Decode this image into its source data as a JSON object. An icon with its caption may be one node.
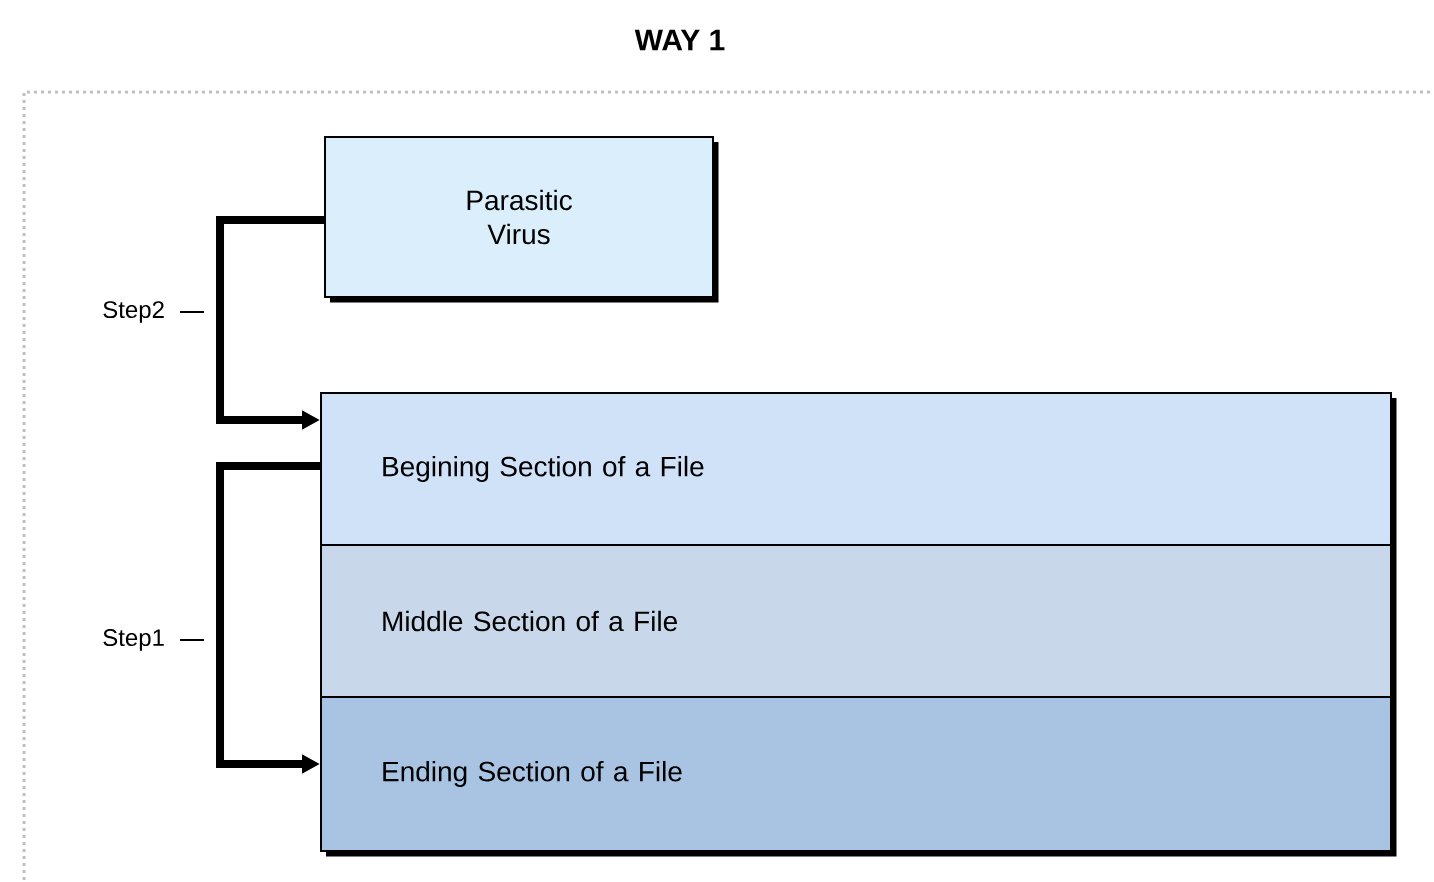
{
  "diagram": {
    "title": "WAY 1",
    "nodes": [
      {
        "text": [
          "Parasitic Virus"
        ]
      },
      {
        "text": [
          "Begining Section of a File"
        ]
      },
      {
        "text": [
          "Middle Section of a File"
        ]
      },
      {
        "text": [
          "Ending Section of a File"
        ]
      }
    ],
    "edges": [
      {
        "from": 0,
        "to": 1,
        "arrow": "to",
        "label": "Step2"
      },
      {
        "from": 1,
        "to": 3,
        "arrow": "to",
        "label": "Step1"
      }
    ]
  }
}
